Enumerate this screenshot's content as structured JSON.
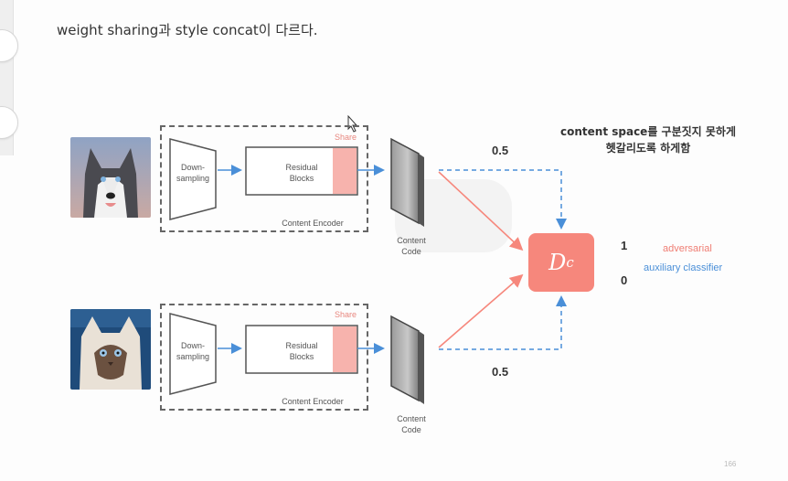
{
  "heading": "weight sharing과 style concat이 다르다.",
  "korean_note": [
    "content space를 구분짓지 못하게",
    "헷갈리도록 하게함"
  ],
  "encoders": [
    {
      "downsampling_label": "Down-\nsampling",
      "residual_label": "Residual\nBlocks",
      "share_label": "Share",
      "encoder_label": "Content Encoder",
      "code_label": "Content\nCode",
      "weight": "0.5"
    },
    {
      "downsampling_label": "Down-\nsampling",
      "residual_label": "Residual\nBlocks",
      "share_label": "Share",
      "encoder_label": "Content Encoder",
      "code_label": "Content\nCode",
      "weight": "0.5"
    }
  ],
  "discriminator": {
    "label_main": "D",
    "label_sub": "c"
  },
  "outputs": {
    "one": "1",
    "zero": "0"
  },
  "legend": {
    "adversarial": "adversarial",
    "auxiliary": "auxiliary classifier"
  },
  "page_number": "166",
  "colors": {
    "red": "#f6877c",
    "blue": "#4a8fd8",
    "gray_dark": "#555555",
    "share_fill": "#f7b3ad"
  }
}
